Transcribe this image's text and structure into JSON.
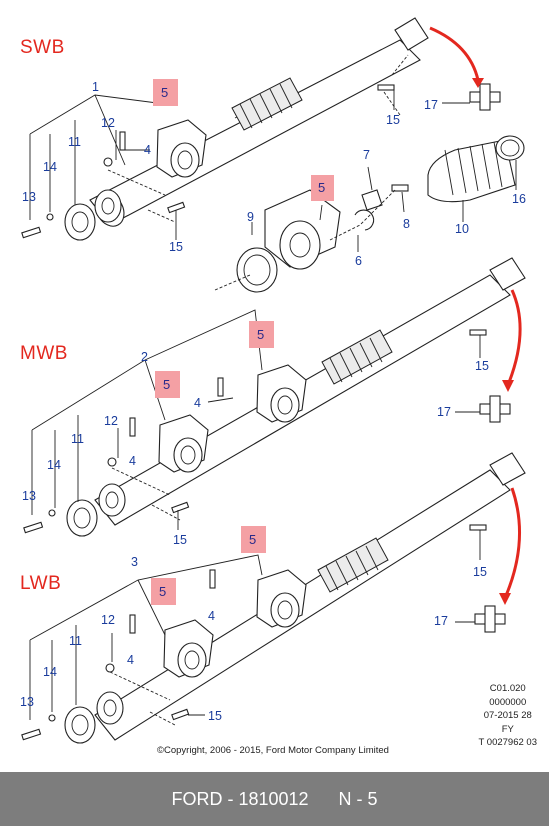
{
  "variants": {
    "swb": "SWB",
    "mwb": "MWB",
    "lwb": "LWB"
  },
  "callouts": {
    "swb": [
      "1",
      "5",
      "12",
      "4",
      "11",
      "14",
      "13",
      "15",
      "17",
      "15",
      "16",
      "10",
      "7",
      "8",
      "6",
      "9",
      "5"
    ],
    "mwb": [
      "2",
      "5",
      "5",
      "4",
      "12",
      "4",
      "11",
      "14",
      "13",
      "15",
      "15",
      "17"
    ],
    "lwb": [
      "3",
      "5",
      "5",
      "12",
      "4",
      "4",
      "11",
      "14",
      "13",
      "15",
      "15",
      "17"
    ]
  },
  "metadata_lines": [
    "C01.020",
    "0000000",
    "07-2015 28",
    "FY",
    "T 0027962 03"
  ],
  "copyright": "©Copyright, 2006 - 2015, Ford Motor Company Limited",
  "footer": "FORD - 1810012      N - 5",
  "colors": {
    "variant_label": "#e3281f",
    "callout": "#1a3c9c",
    "highlight": "#f4a0a4",
    "footer_bg": "#7d7d7d",
    "arrow": "#e3281f"
  }
}
